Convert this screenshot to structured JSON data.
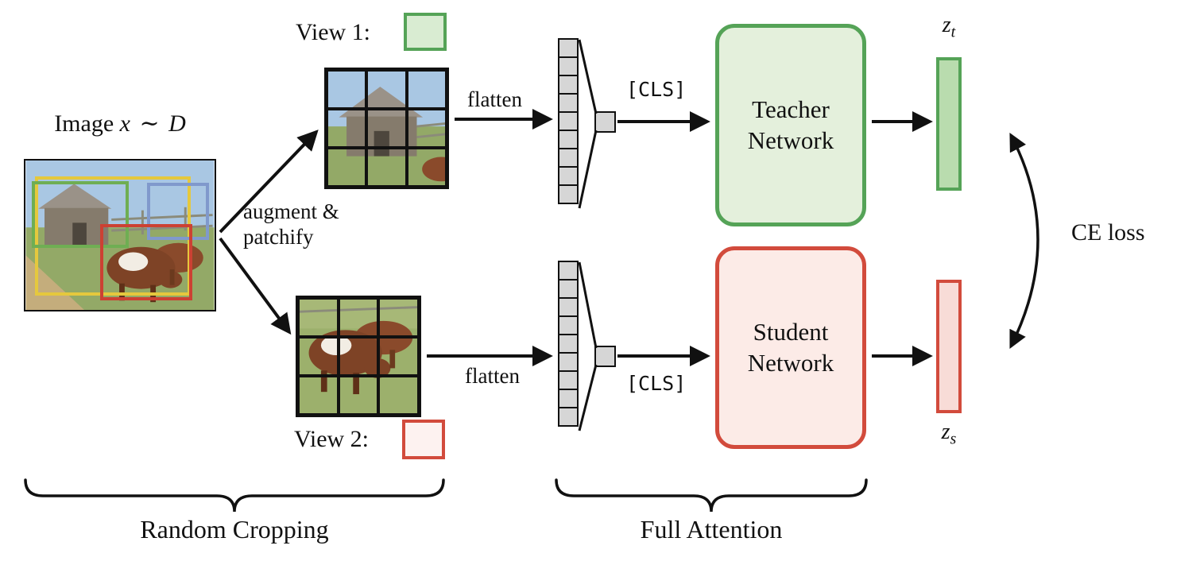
{
  "header": {
    "image_word": "Image",
    "image_var": "x",
    "image_sim": "∼",
    "image_dist": "D"
  },
  "views": {
    "view1_label": "View 1:",
    "view2_label": "View 2:"
  },
  "flow": {
    "augment_line1": "augment &",
    "augment_line2": "patchify",
    "flatten_top": "flatten",
    "flatten_bottom": "flatten",
    "cls_top": "[CLS]",
    "cls_bottom": "[CLS]"
  },
  "networks": {
    "teacher_label": "Teacher Network",
    "student_label": "Student Network"
  },
  "outputs": {
    "zt_base": "z",
    "zt_sub": "t",
    "zs_base": "z",
    "zs_sub": "s"
  },
  "loss": {
    "ce_label": "CE loss"
  },
  "sections": {
    "left_brace_label": "Random Cropping",
    "right_brace_label": "Full Attention"
  },
  "colors": {
    "teacher_border": "#55a357",
    "teacher_fill": "#e4f0dc",
    "student_border": "#d24b3c",
    "student_fill": "#fcebe7",
    "zt_fill": "#b9dcae",
    "zs_fill": "#f8dcd7",
    "token_fill": "#d6d6d6",
    "crop_green": "#6fae53",
    "crop_yellow": "#e5c83d",
    "crop_blue": "#8099cc",
    "crop_red": "#cc4133"
  }
}
